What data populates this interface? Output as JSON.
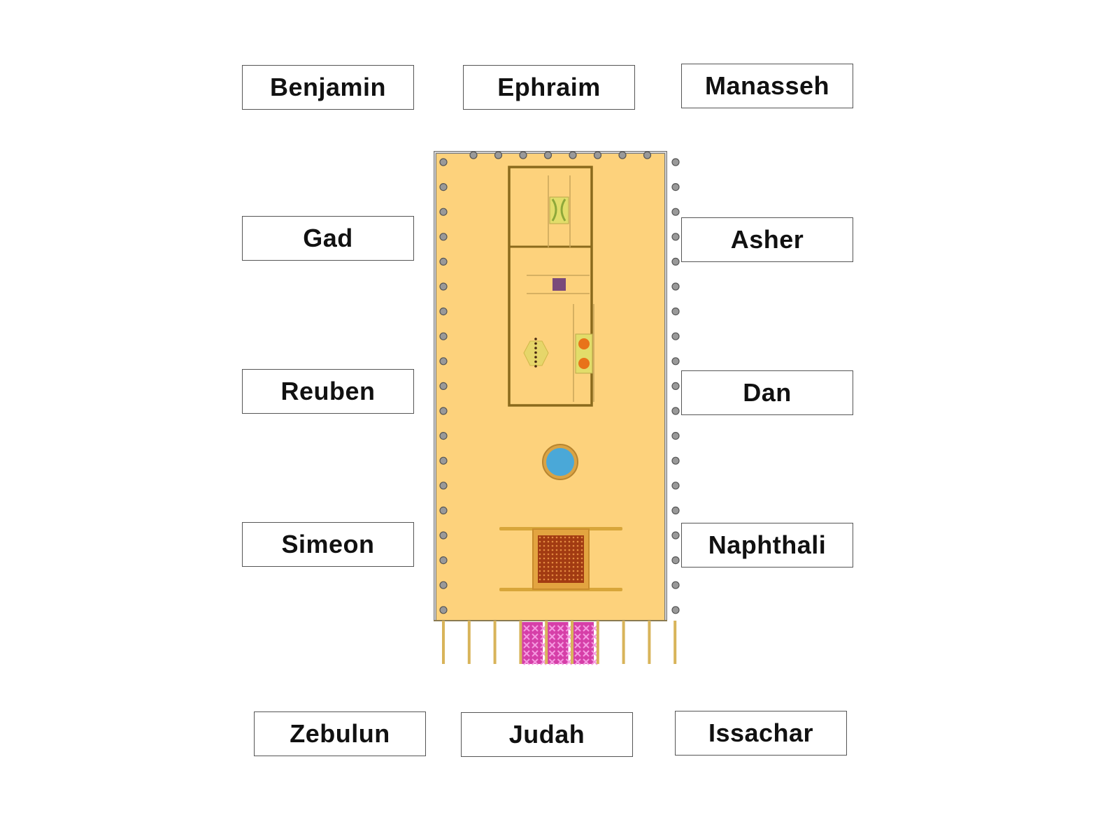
{
  "tribes": {
    "benjamin": "Benjamin",
    "ephraim": "Ephraim",
    "manasseh": "Manasseh",
    "gad": "Gad",
    "asher": "Asher",
    "reuben": "Reuben",
    "dan": "Dan",
    "simeon": "Simeon",
    "naphthali": "Naphthali",
    "zebulun": "Zebulun",
    "judah": "Judah",
    "issachar": "Issachar"
  },
  "colors": {
    "courtyard": "#fdd27c",
    "wall": "#8a6a1c",
    "laver": "#4aa8d8",
    "altar_grate": "#a23b12",
    "gate_screen": "#d63fa8",
    "lamp": "#e8731a"
  }
}
